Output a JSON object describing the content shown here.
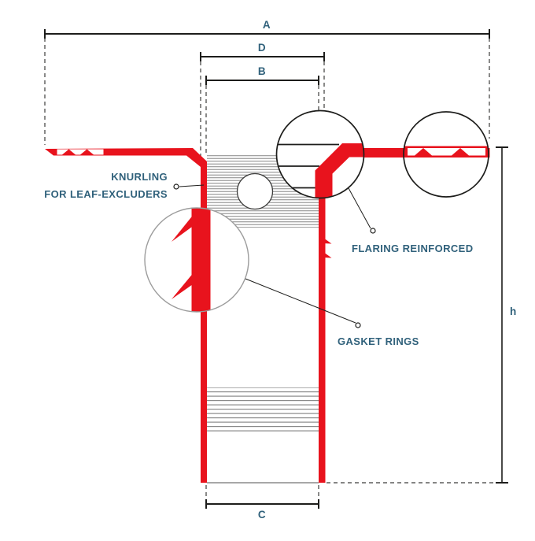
{
  "figure": {
    "type": "technical-cross-section-diagram",
    "dimension_labels": {
      "a": "A",
      "d": "D",
      "b": "B",
      "c": "C",
      "h": "h"
    },
    "annotations": {
      "knurling_line1": "KNURLING",
      "knurling_line2": "FOR LEAF-EXCLUDERS",
      "flaring": "FLARING REINFORCED",
      "gasket": "GASKET RINGS"
    },
    "colors": {
      "red": "#e8131d",
      "label": "#30617b",
      "line": "#1d1d1b",
      "hatch": "#8a8a8a",
      "dash": "#3c3c3b"
    }
  }
}
